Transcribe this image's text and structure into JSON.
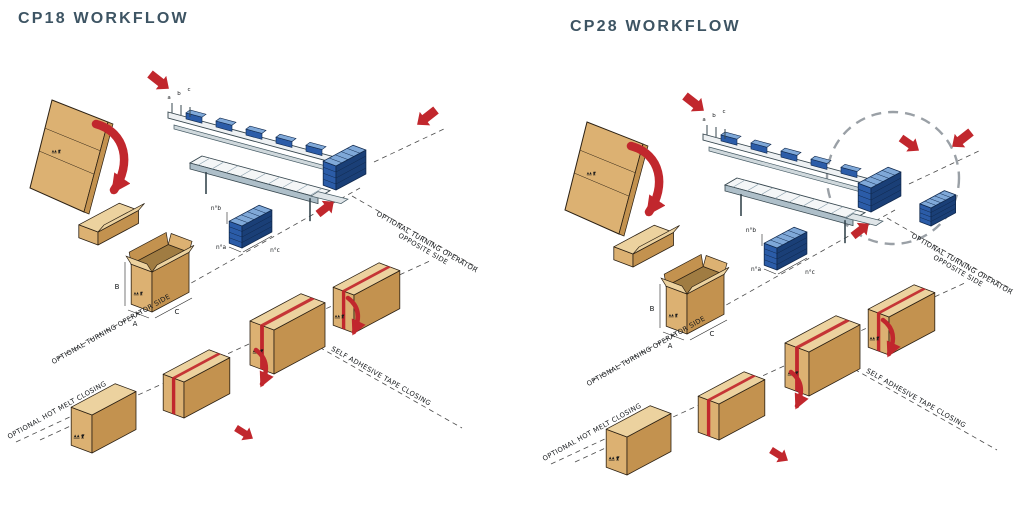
{
  "page": {
    "background": "#ffffff"
  },
  "colors": {
    "title": "#3d5463",
    "arrow_red": "#c1272d",
    "outline": "#2b2013",
    "cardboard_left": "#dcb172",
    "cardboard_right": "#c3924f",
    "cardboard_top": "#ecd29f",
    "cardboard_inside": "#a07c42",
    "blue_top": "#7fa8d8",
    "blue_mid": "#2b5ca8",
    "blue_dark": "#1a3f77",
    "highlight_gray": "#9aa0a6"
  },
  "diagrams": [
    {
      "id": "cp18",
      "title": "CP18 WORKFLOW",
      "has_double_discharge": false,
      "labels": {
        "turning_side": "OPTIONAL TURNING OPERATOR SIDE",
        "hot_melt": "OPTIONAL HOT MELT CLOSING",
        "tape": "SELF ADHESIVE TAPE CLOSING",
        "turning_opposite_1": "OPTIONAL TURNING OPERATOR",
        "turning_opposite_2": "OPPOSITE SIDE",
        "dim_a": "A",
        "dim_b": "B",
        "dim_c": "C",
        "n_a": "n°a",
        "n_b": "n°b",
        "n_c": "n°c",
        "mag_a": "a",
        "mag_b": "b",
        "mag_c": "c"
      }
    },
    {
      "id": "cp28",
      "title": "CP28 WORKFLOW",
      "has_double_discharge": true,
      "labels": {
        "turning_side": "OPTIONAL TURNING OPERATOR SIDE",
        "hot_melt": "OPTIONAL HOT MELT CLOSING",
        "tape": "SELF ADHESIVE TAPE CLOSING",
        "turning_opposite_1": "OPTIONAL TURNING OPERATOR",
        "turning_opposite_2": "OPPOSITE SIDE",
        "dim_a": "A",
        "dim_b": "B",
        "dim_c": "C",
        "n_a": "n°a",
        "n_b": "n°b",
        "n_c": "n°c",
        "mag_a": "a",
        "mag_b": "b",
        "mag_c": "c"
      }
    }
  ]
}
